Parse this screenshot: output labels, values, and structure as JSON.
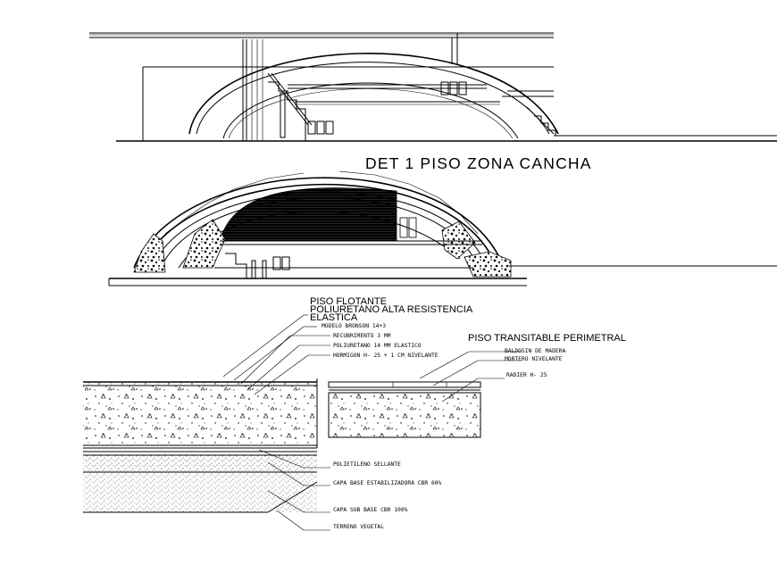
{
  "section_title": "DET   1   PISO ZONA CANCHA",
  "floating_floor": {
    "heading_line1": "PISO FLOTANTE",
    "heading_line2": "POLIURETANO ALTA RESISTENCIA",
    "heading_line3": "ELASTICA",
    "layers": [
      "MODELO BRONSON 14+3",
      "RECUBRIMENTO 3 MM",
      "POLIURETANO 14 MM ELASTICO",
      "HORMIGON H- 25 + 1 CM NIVELANTE"
    ]
  },
  "perimeter_floor": {
    "heading": "PISO TRANSITABLE PERIMETRAL",
    "layers": [
      "BALDOSIN DE MADERA",
      "MORTERO NIVELANTE",
      "RADIER H- 25"
    ]
  },
  "base_layers": [
    "POLIETILENO SELLANTE",
    "CAPA BASE ESTABILIZADORA CBR 60%",
    "CAPA SUB BASE CBR 100%",
    "TERRENO VEGETAL"
  ]
}
